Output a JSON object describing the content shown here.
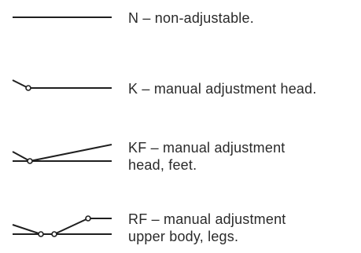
{
  "legend": {
    "items": [
      {
        "code": "N",
        "text": "N – non-adjustable."
      },
      {
        "code": "K",
        "text": "K – manual adjustment head."
      },
      {
        "code": "KF",
        "text": "KF – manual adjustment\nhead, feet."
      },
      {
        "code": "RF",
        "text": "RF – manual adjustment\nupper body, legs."
      }
    ]
  },
  "colors": {
    "line": "#1f1f1f",
    "text": "#2a2a2a",
    "background": "#ffffff"
  }
}
